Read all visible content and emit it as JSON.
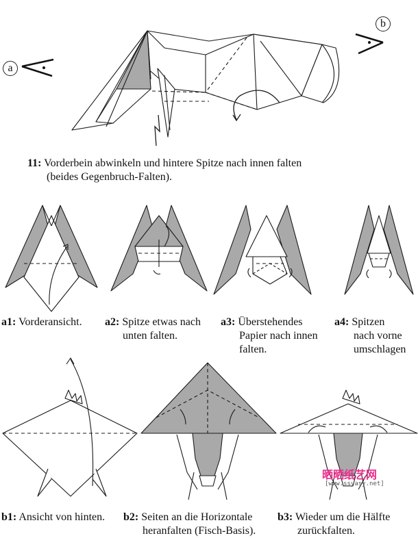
{
  "step11": {
    "label_a": "a",
    "label_b": "b",
    "number": "11:",
    "line1": "Vorderbein abwinkeln und hintere Spitze nach innen falten",
    "line2": "(beides Gegenbruch-Falten)."
  },
  "row_a": [
    {
      "num": "a1:",
      "lines": [
        "Vorderansicht."
      ]
    },
    {
      "num": "a2:",
      "lines": [
        "Spitze etwas nach",
        "unten falten."
      ]
    },
    {
      "num": "a3:",
      "lines": [
        "Überstehendes",
        "Papier nach innen",
        "falten."
      ]
    },
    {
      "num": "a4:",
      "lines": [
        "Spitzen",
        "nach vorne",
        "umschlagen"
      ]
    }
  ],
  "row_b": [
    {
      "num": "b1:",
      "lines": [
        "Ansicht von hinten."
      ]
    },
    {
      "num": "b2:",
      "lines": [
        "Seiten an die Horizontale",
        "heranfalten (Fisch-Basis)."
      ]
    },
    {
      "num": "b3:",
      "lines": [
        "Wieder um die Hälfte",
        "zurückfalten."
      ]
    }
  ],
  "watermark": {
    "logo": "晒晒纸艺网",
    "url": "[www.ssyasy.net]",
    "colors": [
      "#e8308c",
      "#d23a8a",
      "#2a7fd0"
    ]
  },
  "colors": {
    "fill_gray": "#a9a9a9",
    "line": "#1a1a1a"
  }
}
